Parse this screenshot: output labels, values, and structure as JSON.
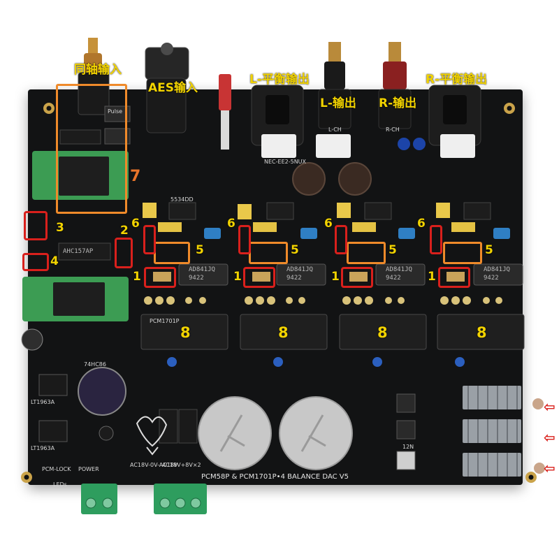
{
  "board": {
    "title": "PCM58P & PCM1701P•4 BALANCE DAC V5"
  },
  "connector_labels": {
    "coax_input": "同轴输入",
    "aes_input": "AES输入",
    "l_balanced_out": "L-平衡输出",
    "l_out": "L-输出",
    "r_out": "R-输出",
    "r_balanced_out": "R-平衡输出"
  },
  "callouts": {
    "n1": "1",
    "n2": "2",
    "n3": "3",
    "n4": "4",
    "n5": "5",
    "n6": "6",
    "n7": "7",
    "n8": "8"
  },
  "silkscreen": {
    "r_ch": "R-CH",
    "l_ch": "L-CH",
    "reg1": "LT1963A",
    "reg2": "LT1963A",
    "mux": "AHC157AP",
    "pcm_lock": "PCM-LOCK",
    "power": "POWER",
    "leds": "LEDs",
    "opamp": "AD841JQ",
    "opamp_code": "9422",
    "opamp2": "5534DD",
    "relay": "NEC-EE2-5NUX",
    "dac_chip": "PCM1701P",
    "mosfet": "12N",
    "pulse": "Pulse",
    "hc_chip": "74HC86",
    "ac_in": "AC18V-0V-AC18V",
    "ac_in2": "AC18V+8V×2"
  },
  "colors": {
    "pcb": "#121314",
    "label": "#f2d300",
    "red_box": "#d9201c",
    "orange_box": "#ef8a2a",
    "terminal": "#2e9d5e"
  }
}
